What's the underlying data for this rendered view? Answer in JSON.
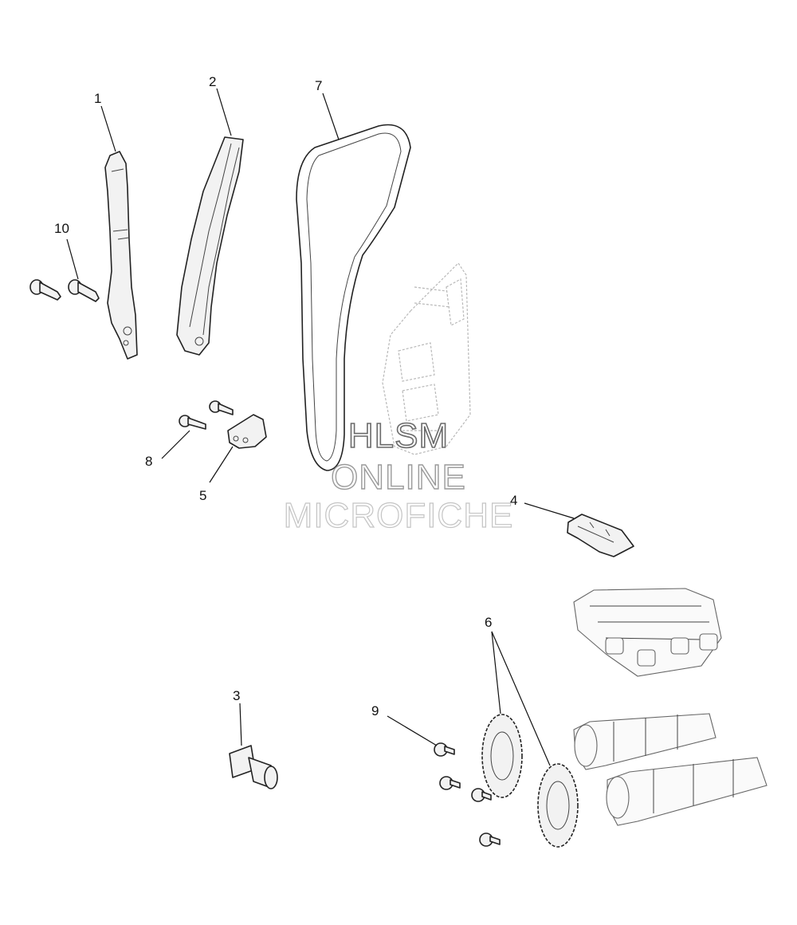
{
  "callouts": {
    "c1": "1",
    "c2": "2",
    "c3": "3",
    "c4": "4",
    "c5": "5",
    "c6": "6",
    "c7": "7",
    "c8": "8",
    "c9": "9",
    "c10": "10"
  },
  "watermark": {
    "line1": "HLSM",
    "line2": "ONLINE",
    "line3": "MICROFICHE"
  },
  "colors": {
    "line": "#222222",
    "background": "#ffffff"
  }
}
